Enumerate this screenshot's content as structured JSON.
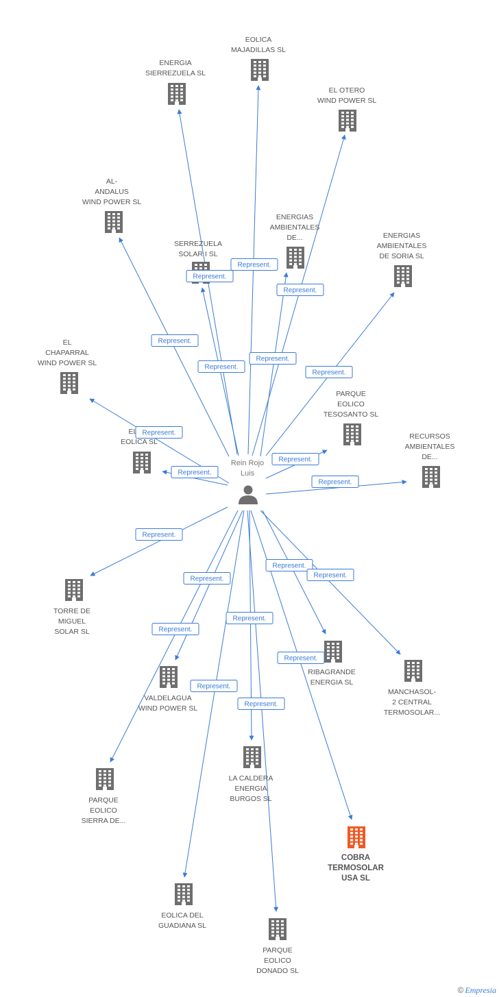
{
  "person": {
    "name_line1": "Rein Rojo",
    "name_line2": "Luis"
  },
  "edge_label": "Represent.",
  "companies": [
    {
      "id": "eolica-majadillas",
      "lines": [
        "EOLICA",
        "MAJADILLAS SL"
      ]
    },
    {
      "id": "energia-sierrezuela",
      "lines": [
        "ENERGIA",
        "SIERREZUELA SL"
      ]
    },
    {
      "id": "el-otero",
      "lines": [
        "EL OTERO",
        "WIND POWER SL"
      ]
    },
    {
      "id": "al-andalus",
      "lines": [
        "AL-",
        "ANDALUS",
        "WIND POWER SL"
      ]
    },
    {
      "id": "energias-ambientales-de",
      "lines": [
        "ENERGIAS",
        "AMBIENTALES",
        "DE..."
      ]
    },
    {
      "id": "serrezuela-solar",
      "lines": [
        "SERREZUELA",
        "SOLAR I SL"
      ]
    },
    {
      "id": "energias-ambientales-soria",
      "lines": [
        "ENERGIAS",
        "AMBIENTALES",
        "DE SORIA SL"
      ]
    },
    {
      "id": "el-chaparral",
      "lines": [
        "EL",
        "CHAPARRAL",
        "WIND POWER SL"
      ]
    },
    {
      "id": "parque-eolico-tesosanto",
      "lines": [
        "PARQUE",
        "EOLICO",
        "TESOSANTO SL"
      ]
    },
    {
      "id": "el-romeral-eolica",
      "lines": [
        "EL RO",
        "EOLICA SL"
      ]
    },
    {
      "id": "recursos-ambientales",
      "lines": [
        "RECURSOS",
        "AMBIENTALES",
        "DE..."
      ]
    },
    {
      "id": "torre-de-miguel",
      "lines": [
        "TORRE DE",
        "MIGUEL",
        "SOLAR SL"
      ]
    },
    {
      "id": "ribagrande",
      "lines": [
        "RIBAGRANDE",
        "ENERGIA SL"
      ]
    },
    {
      "id": "manchasol",
      "lines": [
        "MANCHASOL-",
        "2 CENTRAL",
        "TERMOSOLAR..."
      ]
    },
    {
      "id": "valdelagua",
      "lines": [
        "VALDELAGUA",
        "WIND POWER SL"
      ]
    },
    {
      "id": "la-caldera",
      "lines": [
        "LA CALDERA",
        "ENERGIA",
        "BURGOS SL"
      ]
    },
    {
      "id": "parque-eolico-sierra",
      "lines": [
        "PARQUE",
        "EOLICO",
        "SIERRA DE..."
      ]
    },
    {
      "id": "cobra-termosolar",
      "lines": [
        "COBRA",
        "TERMOSOLAR",
        "USA SL"
      ],
      "main": true
    },
    {
      "id": "eolica-guadiana",
      "lines": [
        "EOLICA DEL",
        "GUADIANA SL"
      ]
    },
    {
      "id": "parque-eolico-donado",
      "lines": [
        "PARQUE",
        "EOLICO",
        "DONADO SL"
      ]
    }
  ],
  "colors": {
    "edge": "#3a7bd5",
    "building": "#6e6e6e",
    "building_main": "#f15a24",
    "person": "#6e6e6e"
  },
  "footer": {
    "copyright": "©",
    "brand": "Empresia"
  }
}
